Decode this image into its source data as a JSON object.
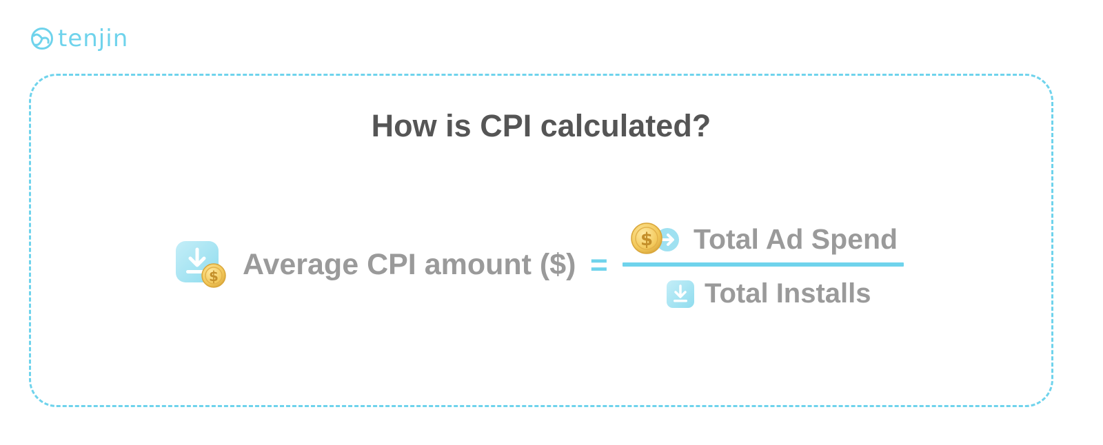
{
  "brand": {
    "name": "tenjin",
    "color": "#6fd3ec"
  },
  "diagram": {
    "title": "How is CPI calculated?",
    "lhs_label": "Average CPI amount ($)",
    "equals": "=",
    "numerator_label": "Total Ad Spend",
    "denominator_label": "Total Installs",
    "icons": {
      "lhs": [
        "download-icon",
        "dollar-coin-icon"
      ],
      "numerator": [
        "dollar-coin-icon",
        "arrow-right-icon"
      ],
      "denominator": [
        "download-icon"
      ]
    }
  },
  "colors": {
    "accent": "#6fd3ec",
    "title_text": "#555555",
    "formula_text": "#9a9a9a",
    "coin": "#f2c85a"
  }
}
